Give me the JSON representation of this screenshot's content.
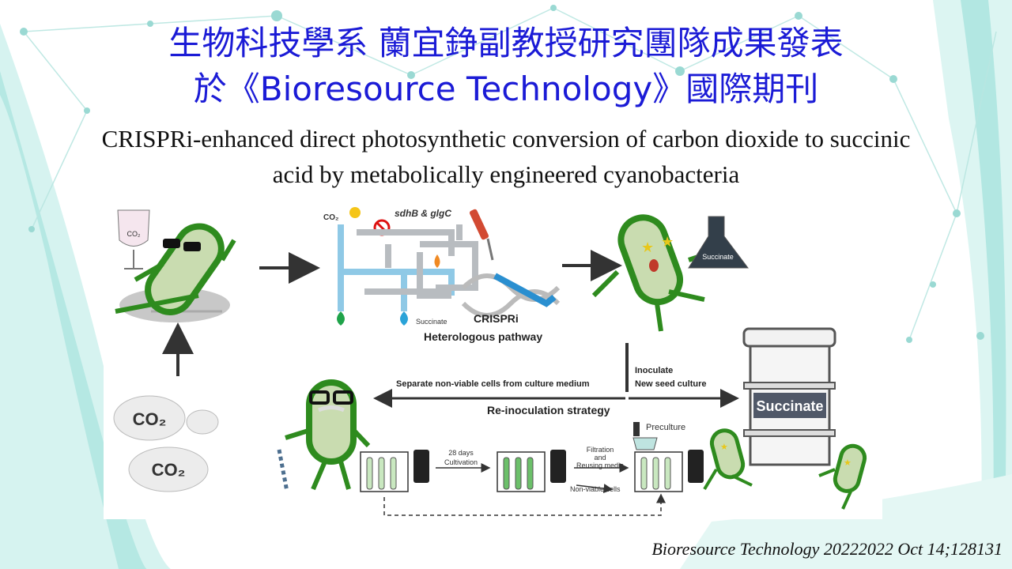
{
  "slide": {
    "title_line1": "生物科技學系 蘭宜錚副教授研究團隊成果發表",
    "title_line2": "於《Bioresource Technology》國際期刊",
    "subtitle_line1": "CRISPRi-enhanced direct photosynthetic conversion of carbon dioxide to succinic",
    "subtitle_line2": "acid by metabolically engineered cyanobacteria",
    "citation": "Bioresource Technology 20222022 Oct 14;128131"
  },
  "figure": {
    "glass_label": "CO₂",
    "co2_cloud_1": "CO₂",
    "co2_cloud_2": "CO₂",
    "pipe_co2_label": "CO₂",
    "genes_label": "sdhB & glgC",
    "succinate_drop_label": "Succinate",
    "crispri_label": "CRISPRi",
    "pathway_label": "Heterologous pathway",
    "flask_label": "Succinate",
    "separate_label": "Separate non-viable cells from culture medium",
    "inoculate_label": "Inoculate",
    "new_seed_label": "New seed culture",
    "reinoculation_label": "Re-inoculation strategy",
    "barrel_label": "Succinate",
    "cultivation_days": "28 days",
    "cultivation_label": "Cultivation",
    "filtration_line1": "Filtration",
    "filtration_line2": "and",
    "filtration_line3": "Reusing media",
    "nonviable_label": "Non-viable cells",
    "preculture_label": "Preculture"
  },
  "colors": {
    "title": "#1b1bd6",
    "cell_green": "#2e8b1e",
    "cell_fill": "#c9dcb0",
    "pipe_blue": "#8fc9e6",
    "pipe_gray": "#b8bcc0",
    "background_accent": "#9ee0da"
  }
}
